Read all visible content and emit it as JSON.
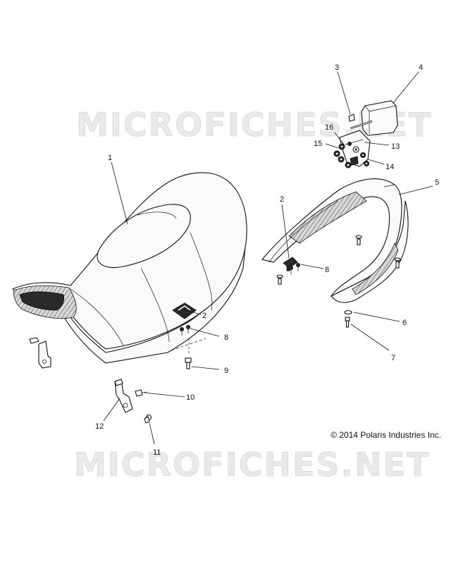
{
  "watermark": "MICROFICHES.NET",
  "copyright": "© 2014 Polaris Industries Inc.",
  "callouts": [
    {
      "id": "c1",
      "label": "1"
    },
    {
      "id": "c2a",
      "label": "2"
    },
    {
      "id": "c2b",
      "label": "2"
    },
    {
      "id": "c3",
      "label": "3"
    },
    {
      "id": "c4",
      "label": "4"
    },
    {
      "id": "c5",
      "label": "5"
    },
    {
      "id": "c6",
      "label": "6"
    },
    {
      "id": "c7",
      "label": "7"
    },
    {
      "id": "c8a",
      "label": "8"
    },
    {
      "id": "c8b",
      "label": "8"
    },
    {
      "id": "c9",
      "label": "9"
    },
    {
      "id": "c10",
      "label": "10"
    },
    {
      "id": "c11",
      "label": "11"
    },
    {
      "id": "c12",
      "label": "12"
    },
    {
      "id": "c13",
      "label": "13"
    },
    {
      "id": "c14",
      "label": "14"
    },
    {
      "id": "c15",
      "label": "15"
    },
    {
      "id": "c16",
      "label": "16"
    }
  ]
}
